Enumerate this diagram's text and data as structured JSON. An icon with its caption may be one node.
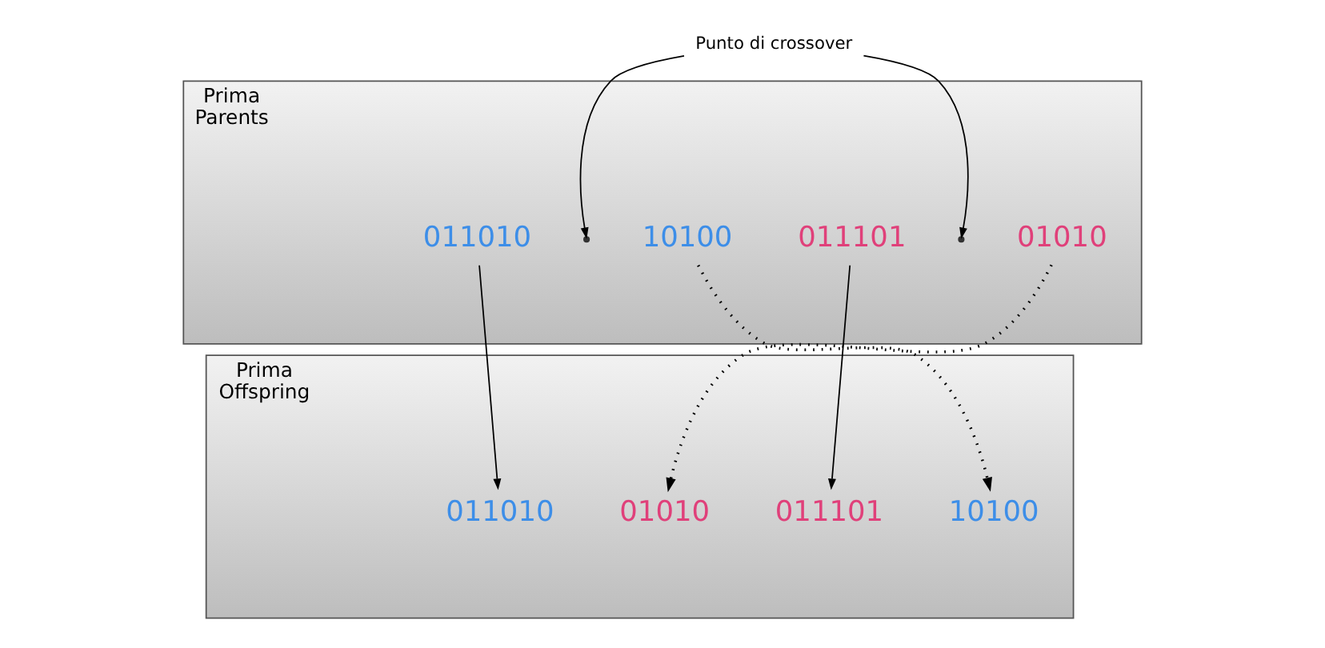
{
  "diagram": {
    "nodes": [
      {
        "text": [
          "Prima",
          "Parents"
        ]
      },
      {
        "text": [
          "011010"
        ],
        "in": 0
      },
      {
        "text": [
          "10100"
        ],
        "in": 0
      },
      {
        "text": [
          "011101"
        ],
        "in": 0
      },
      {
        "text": [
          "01010"
        ],
        "in": 0
      },
      {
        "text": [
          "Prima",
          "Offspring"
        ]
      },
      {
        "text": [
          "011010"
        ],
        "in": 5
      },
      {
        "text": [
          "01010"
        ],
        "in": 5
      },
      {
        "text": [
          "011101"
        ],
        "in": 5
      },
      {
        "text": [
          "10100"
        ],
        "in": 5
      },
      {
        "text": [
          "Punto di crossover"
        ]
      }
    ],
    "edges": [
      {
        "from": 10,
        "to": null,
        "arrow": "to"
      },
      {
        "from": 10,
        "to": null,
        "arrow": "to"
      },
      {
        "from": 1,
        "to": 6,
        "arrow": "to"
      },
      {
        "from": 2,
        "to": 9,
        "arrow": "to",
        "style": "dashed"
      },
      {
        "from": 3,
        "to": 8,
        "arrow": "to"
      },
      {
        "from": 4,
        "to": 7,
        "arrow": "to",
        "style": "dashed"
      }
    ]
  }
}
